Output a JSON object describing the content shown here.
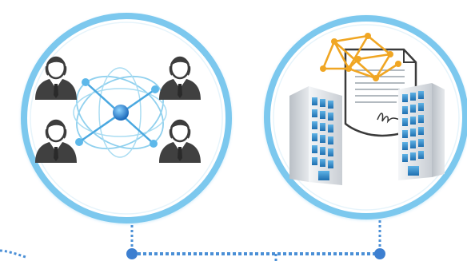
{
  "diagram": {
    "nodes": [
      {
        "id": "network",
        "icon": "person-network-icon",
        "people": 4
      },
      {
        "id": "contract",
        "icon": "contract-buildings-icon",
        "buildings": 2
      }
    ],
    "connectors": [
      {
        "from": "network",
        "to": "contract",
        "style": "dotted"
      }
    ],
    "colors": {
      "ring": "#7cc8ee",
      "ring_inner": "#ffffff",
      "connector": "#4a8fd6",
      "connector_dot": "#3d7fd0",
      "person": "#3d3d3d",
      "orbit": "#8fd0ee",
      "hub": "#1e7ad3",
      "network_gold": "#f0a623",
      "building_blue": "#2a87c9",
      "building_gray": "#d9dde2"
    }
  }
}
